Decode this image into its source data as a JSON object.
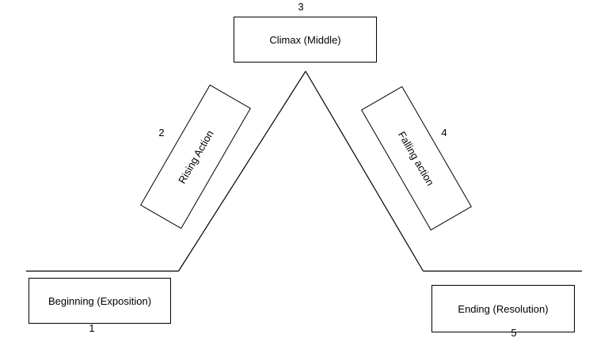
{
  "diagram": {
    "climax": {
      "label": "Climax (Middle)",
      "number": "3"
    },
    "rising_action": {
      "label": "Rising Action",
      "number": "2"
    },
    "falling_action": {
      "label": "Falling action",
      "number": "4"
    },
    "beginning": {
      "label": "Beginning (Exposition)",
      "number": "1"
    },
    "ending": {
      "label": "Ending (Resolution)",
      "number": "5"
    }
  },
  "colors": {
    "line": "#000000",
    "background": "#ffffff",
    "text": "#000000"
  }
}
